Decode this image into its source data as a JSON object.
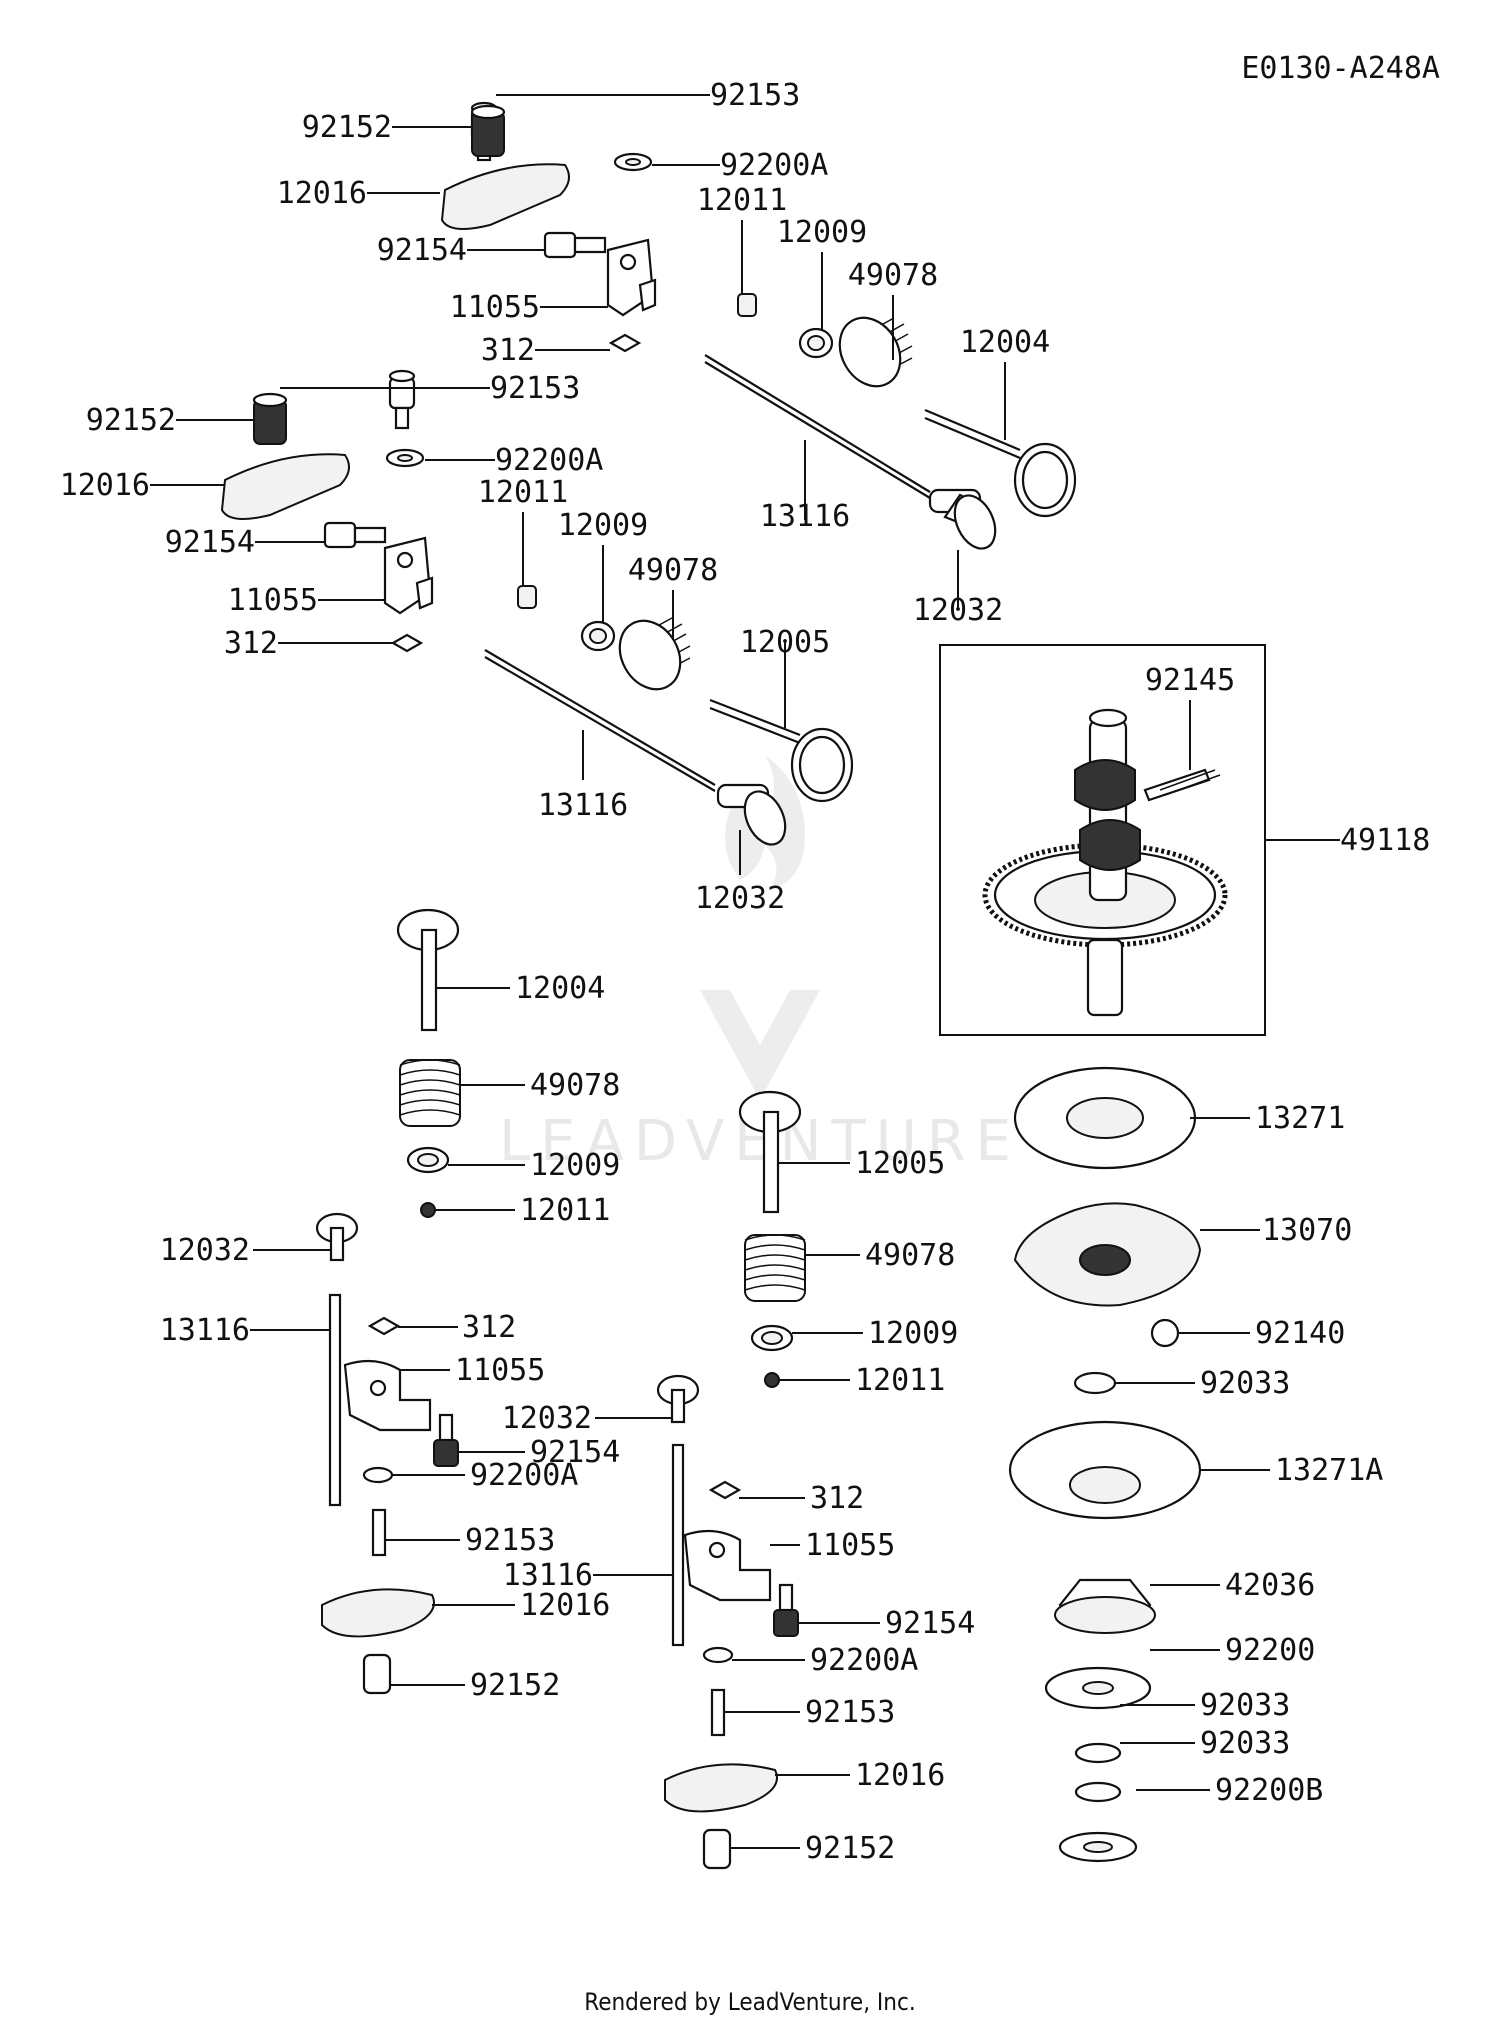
{
  "diagram_code": "E0130-A248A",
  "watermark": "LEADVENTURE",
  "footer": "Rendered by LeadVenture, Inc.",
  "callouts": [
    {
      "id": "c1",
      "text": "92153"
    },
    {
      "id": "c2",
      "text": "92152"
    },
    {
      "id": "c3",
      "text": "92200A"
    },
    {
      "id": "c4",
      "text": "12016"
    },
    {
      "id": "c5",
      "text": "12011"
    },
    {
      "id": "c6",
      "text": "12009"
    },
    {
      "id": "c7",
      "text": "92154"
    },
    {
      "id": "c8",
      "text": "49078"
    },
    {
      "id": "c9",
      "text": "11055"
    },
    {
      "id": "c10",
      "text": "12004"
    },
    {
      "id": "c11",
      "text": "312"
    },
    {
      "id": "c12",
      "text": "92153"
    },
    {
      "id": "c13",
      "text": "92152"
    },
    {
      "id": "c14",
      "text": "92200A"
    },
    {
      "id": "c15",
      "text": "13116"
    },
    {
      "id": "c16",
      "text": "12016"
    },
    {
      "id": "c17",
      "text": "12011"
    },
    {
      "id": "c18",
      "text": "92154"
    },
    {
      "id": "c19",
      "text": "12009"
    },
    {
      "id": "c20",
      "text": "49078"
    },
    {
      "id": "c21",
      "text": "12032"
    },
    {
      "id": "c22",
      "text": "11055"
    },
    {
      "id": "c23",
      "text": "12005"
    },
    {
      "id": "c24",
      "text": "312"
    },
    {
      "id": "c25",
      "text": "92145"
    },
    {
      "id": "c26",
      "text": "13116"
    },
    {
      "id": "c27",
      "text": "49118"
    },
    {
      "id": "c28",
      "text": "12032"
    },
    {
      "id": "c29",
      "text": "12004"
    },
    {
      "id": "c30",
      "text": "49078"
    },
    {
      "id": "c31",
      "text": "13271"
    },
    {
      "id": "c32",
      "text": "12009"
    },
    {
      "id": "c33",
      "text": "12005"
    },
    {
      "id": "c34",
      "text": "12011"
    },
    {
      "id": "c35",
      "text": "13070"
    },
    {
      "id": "c36",
      "text": "12032"
    },
    {
      "id": "c37",
      "text": "49078"
    },
    {
      "id": "c38",
      "text": "13116"
    },
    {
      "id": "c39",
      "text": "312"
    },
    {
      "id": "c40",
      "text": "12009"
    },
    {
      "id": "c41",
      "text": "92140"
    },
    {
      "id": "c42",
      "text": "11055"
    },
    {
      "id": "c43",
      "text": "12011"
    },
    {
      "id": "c44",
      "text": "92033"
    },
    {
      "id": "c45",
      "text": "12032"
    },
    {
      "id": "c46",
      "text": "92154"
    },
    {
      "id": "c47",
      "text": "13271A"
    },
    {
      "id": "c48",
      "text": "92200A"
    },
    {
      "id": "c49",
      "text": "312"
    },
    {
      "id": "c50",
      "text": "92153"
    },
    {
      "id": "c51",
      "text": "11055"
    },
    {
      "id": "c52",
      "text": "13116"
    },
    {
      "id": "c53",
      "text": "42036"
    },
    {
      "id": "c54",
      "text": "12016"
    },
    {
      "id": "c55",
      "text": "92154"
    },
    {
      "id": "c56",
      "text": "92200A"
    },
    {
      "id": "c57",
      "text": "92200"
    },
    {
      "id": "c58",
      "text": "92152"
    },
    {
      "id": "c59",
      "text": "92153"
    },
    {
      "id": "c60",
      "text": "92033"
    },
    {
      "id": "c61",
      "text": "92033"
    },
    {
      "id": "c62",
      "text": "12016"
    },
    {
      "id": "c63",
      "text": "92200B"
    },
    {
      "id": "c64",
      "text": "92152"
    }
  ]
}
